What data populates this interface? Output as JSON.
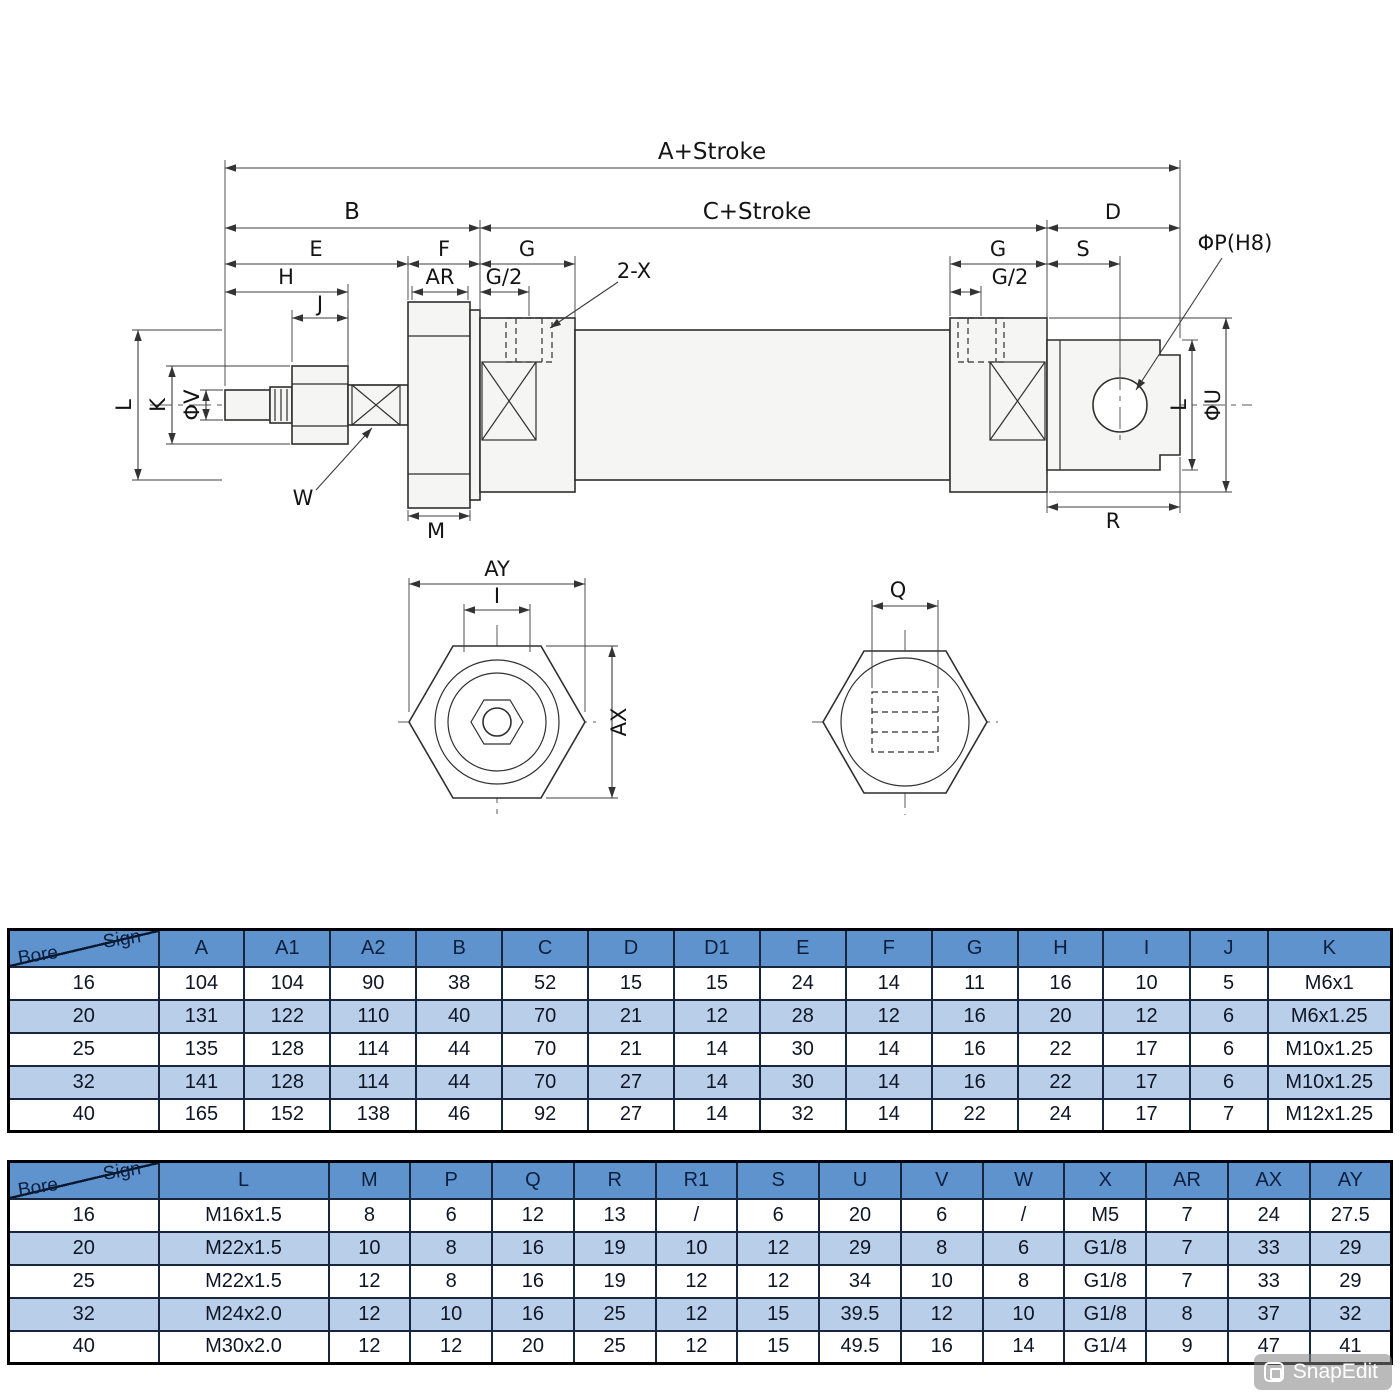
{
  "diagram": {
    "dim_labels": {
      "a_stroke": "A+Stroke",
      "c_stroke": "C+Stroke",
      "b": "B",
      "d": "D",
      "e": "E",
      "f": "F",
      "g_left": "G",
      "g_right": "G",
      "s": "S",
      "h": "H",
      "ar": "AR",
      "g2_left": "G/2",
      "g2_right": "G/2",
      "two_x": "2-X",
      "phi_p": "ΦP(H8)",
      "j": "J",
      "l_left": "L",
      "k": "K",
      "phi_v": "ΦV",
      "l_right": "L",
      "phi_u": "ΦU",
      "w": "W",
      "m": "M",
      "r": "R",
      "ay": "AY",
      "i": "I",
      "ax": "AX",
      "q": "Q"
    }
  },
  "table1": {
    "corner_top": "Sign",
    "corner_bottom": "Bore",
    "headers": [
      "A",
      "A1",
      "A2",
      "B",
      "C",
      "D",
      "D1",
      "E",
      "F",
      "G",
      "H",
      "I",
      "J",
      "K"
    ],
    "rows": [
      {
        "bore": "16",
        "values": [
          "104",
          "104",
          "90",
          "38",
          "52",
          "15",
          "15",
          "24",
          "14",
          "11",
          "16",
          "10",
          "5",
          "M6x1"
        ]
      },
      {
        "bore": "20",
        "values": [
          "131",
          "122",
          "110",
          "40",
          "70",
          "21",
          "12",
          "28",
          "12",
          "16",
          "20",
          "12",
          "6",
          "M6x1.25"
        ]
      },
      {
        "bore": "25",
        "values": [
          "135",
          "128",
          "114",
          "44",
          "70",
          "21",
          "14",
          "30",
          "14",
          "16",
          "22",
          "17",
          "6",
          "M10x1.25"
        ]
      },
      {
        "bore": "32",
        "values": [
          "141",
          "128",
          "114",
          "44",
          "70",
          "27",
          "14",
          "30",
          "14",
          "16",
          "22",
          "17",
          "6",
          "M10x1.25"
        ]
      },
      {
        "bore": "40",
        "values": [
          "165",
          "152",
          "138",
          "46",
          "92",
          "27",
          "14",
          "32",
          "14",
          "22",
          "24",
          "17",
          "7",
          "M12x1.25"
        ]
      }
    ]
  },
  "table2": {
    "corner_top": "Sign",
    "corner_bottom": "Bore",
    "headers": [
      "L",
      "M",
      "P",
      "Q",
      "R",
      "R1",
      "S",
      "U",
      "V",
      "W",
      "X",
      "AR",
      "AX",
      "AY"
    ],
    "rows": [
      {
        "bore": "16",
        "values": [
          "M16x1.5",
          "8",
          "6",
          "12",
          "13",
          "/",
          "6",
          "20",
          "6",
          "/",
          "M5",
          "7",
          "24",
          "27.5"
        ]
      },
      {
        "bore": "20",
        "values": [
          "M22x1.5",
          "10",
          "8",
          "16",
          "19",
          "10",
          "12",
          "29",
          "8",
          "6",
          "G1/8",
          "7",
          "33",
          "29"
        ]
      },
      {
        "bore": "25",
        "values": [
          "M22x1.5",
          "12",
          "8",
          "16",
          "19",
          "12",
          "12",
          "34",
          "10",
          "8",
          "G1/8",
          "7",
          "33",
          "29"
        ]
      },
      {
        "bore": "32",
        "values": [
          "M24x2.0",
          "12",
          "10",
          "16",
          "25",
          "12",
          "15",
          "39.5",
          "12",
          "10",
          "G1/8",
          "8",
          "37",
          "32"
        ]
      },
      {
        "bore": "40",
        "values": [
          "M30x2.0",
          "12",
          "12",
          "20",
          "25",
          "12",
          "15",
          "49.5",
          "16",
          "14",
          "G1/4",
          "9",
          "47",
          "41"
        ]
      }
    ]
  },
  "watermark": {
    "label": "SnapEdit"
  },
  "colors": {
    "header_blue": "#5e93cd",
    "row_alt": "#b9cfe9",
    "row_white": "#ffffff",
    "table_border": "#17263e",
    "line": "#2f2f2f"
  }
}
